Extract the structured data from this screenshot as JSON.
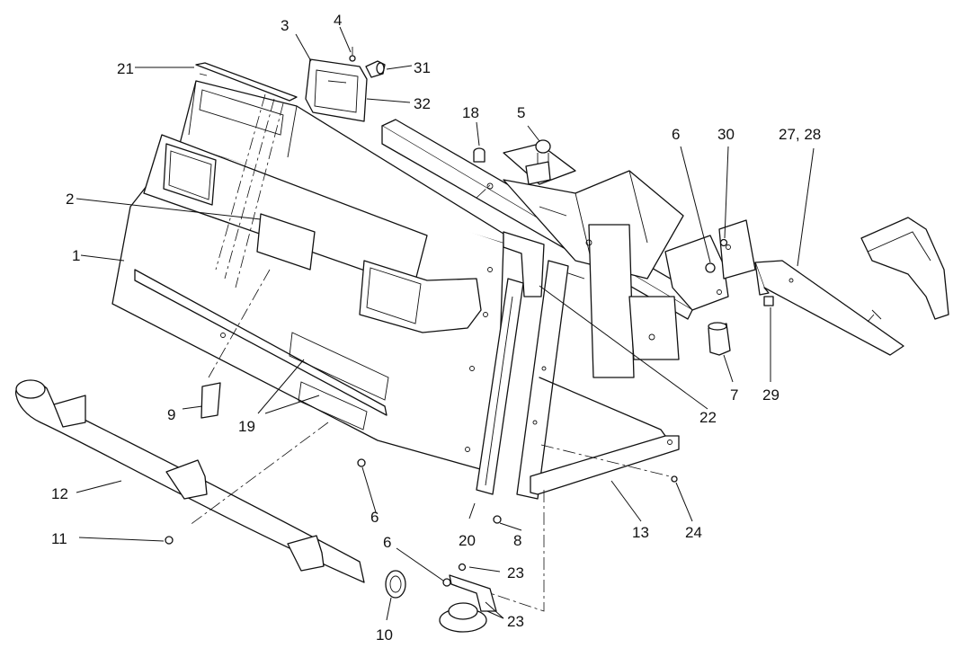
{
  "callouts": [
    {
      "id": "c1",
      "text": "1"
    },
    {
      "id": "c2",
      "text": "2"
    },
    {
      "id": "c3",
      "text": "3"
    },
    {
      "id": "c4",
      "text": "4"
    },
    {
      "id": "c5",
      "text": "5"
    },
    {
      "id": "c6a",
      "text": "6"
    },
    {
      "id": "c6b",
      "text": "6"
    },
    {
      "id": "c6c",
      "text": "6"
    },
    {
      "id": "c7",
      "text": "7"
    },
    {
      "id": "c8",
      "text": "8"
    },
    {
      "id": "c9",
      "text": "9"
    },
    {
      "id": "c10",
      "text": "10"
    },
    {
      "id": "c11",
      "text": "11"
    },
    {
      "id": "c12",
      "text": "12"
    },
    {
      "id": "c13",
      "text": "13"
    },
    {
      "id": "c18",
      "text": "18"
    },
    {
      "id": "c19",
      "text": "19"
    },
    {
      "id": "c20",
      "text": "20"
    },
    {
      "id": "c21",
      "text": "21"
    },
    {
      "id": "c22",
      "text": "22"
    },
    {
      "id": "c23a",
      "text": "23"
    },
    {
      "id": "c23b",
      "text": "23"
    },
    {
      "id": "c24",
      "text": "24"
    },
    {
      "id": "c2728",
      "text": "27, 28"
    },
    {
      "id": "c29",
      "text": "29"
    },
    {
      "id": "c30",
      "text": "30"
    },
    {
      "id": "c31",
      "text": "31"
    },
    {
      "id": "c32",
      "text": "32"
    }
  ]
}
